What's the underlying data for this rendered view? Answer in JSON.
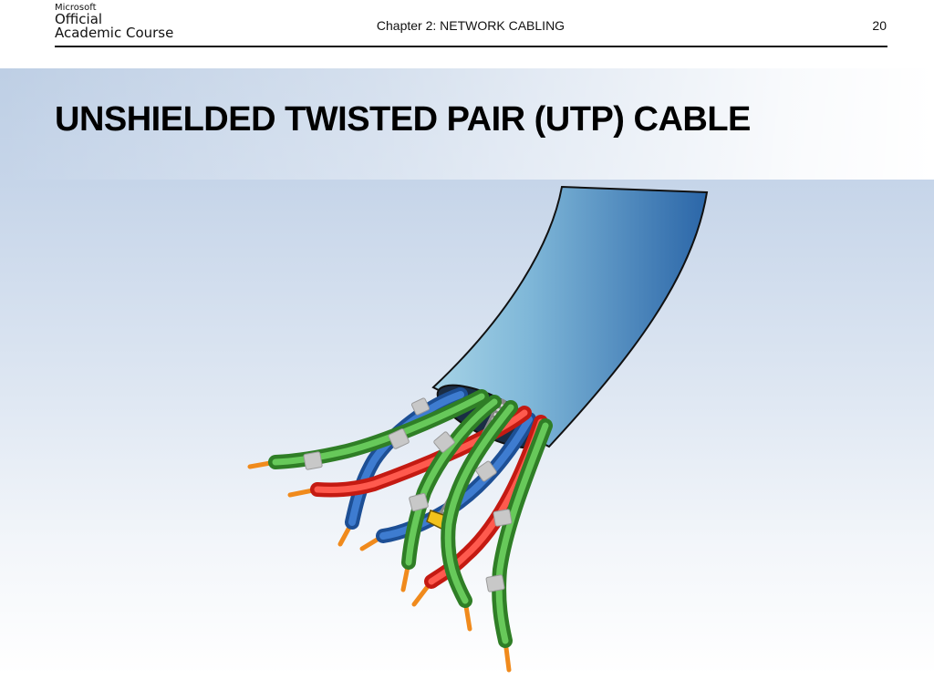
{
  "header": {
    "logo_brand": "Microsoft",
    "logo_line1": "Official",
    "logo_line2": "Academic Course",
    "chapter": "Chapter 2: NETWORK CABLING",
    "page_number": "20"
  },
  "slide": {
    "title": "UNSHIELDED TWISTED PAIR (UTP) CABLE"
  },
  "illustration": {
    "icon": "utp-cable-illustration",
    "colors": {
      "jacket_light": "#8cc0dc",
      "jacket_dark": "#2b66a8",
      "green_wire": "#4aa83c",
      "blue_wire": "#2e66b8",
      "red_wire": "#e8261c",
      "copper_tip": "#f08a1c",
      "ripcord": "#b0b0b0"
    }
  }
}
